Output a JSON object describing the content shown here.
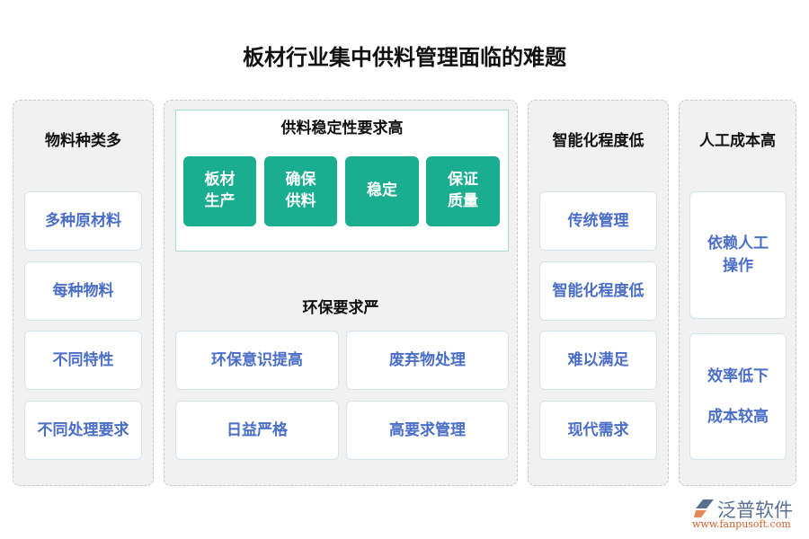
{
  "title": "板材行业集中供料管理面临的难题",
  "col1": {
    "header": "物料种类多",
    "items": [
      "多种原材料",
      "每种物料",
      "不同特性",
      "不同处理要求"
    ]
  },
  "col2": {
    "top_header": "供料稳定性要求高",
    "tiles": [
      "板材\n生产",
      "确保\n供料",
      "稳定",
      "保证\n质量"
    ],
    "bottom_header": "环保要求严",
    "items": [
      "环保意识提高",
      "废弃物处理",
      "日益严格",
      "高要求管理"
    ]
  },
  "col3": {
    "header": "智能化程度低",
    "items": [
      "传统管理",
      "智能化程度低",
      "难以满足",
      "现代需求"
    ]
  },
  "col4": {
    "header": "人工成本高",
    "items": [
      "依赖人工\n操作",
      "效率低下\n\n成本较高"
    ]
  },
  "logo": {
    "name": "泛普软件",
    "url": "www.fanpusoft.com"
  },
  "colors": {
    "accent": "#1aad8f",
    "item_text": "#4a6dc8"
  }
}
